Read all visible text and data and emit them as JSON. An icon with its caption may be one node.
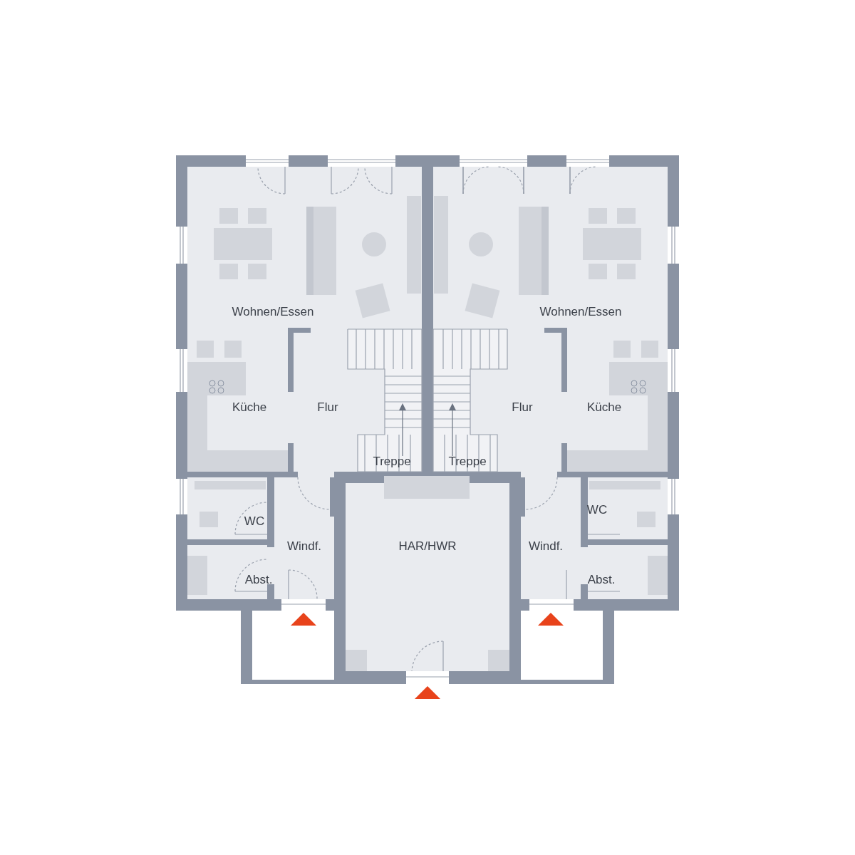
{
  "diagram": {
    "labels": [
      "Wohnen/Essen",
      "Wohnen/Essen",
      "Küche",
      "Flur",
      "Flur",
      "Küche",
      "Treppe",
      "Treppe",
      "WC",
      "WC",
      "Windf.",
      "HAR/HWR",
      "Windf.",
      "Abst.",
      "Abst."
    ]
  }
}
